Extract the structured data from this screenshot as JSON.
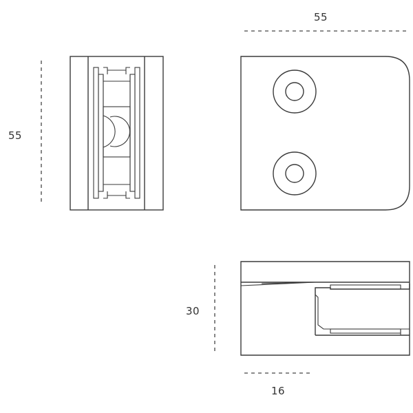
{
  "dimensions": {
    "width_top": "55",
    "height_left": "55",
    "height_side": "30",
    "depth_bottom": "16"
  },
  "colors": {
    "line": "#3a3a3a",
    "background": "#ffffff"
  }
}
